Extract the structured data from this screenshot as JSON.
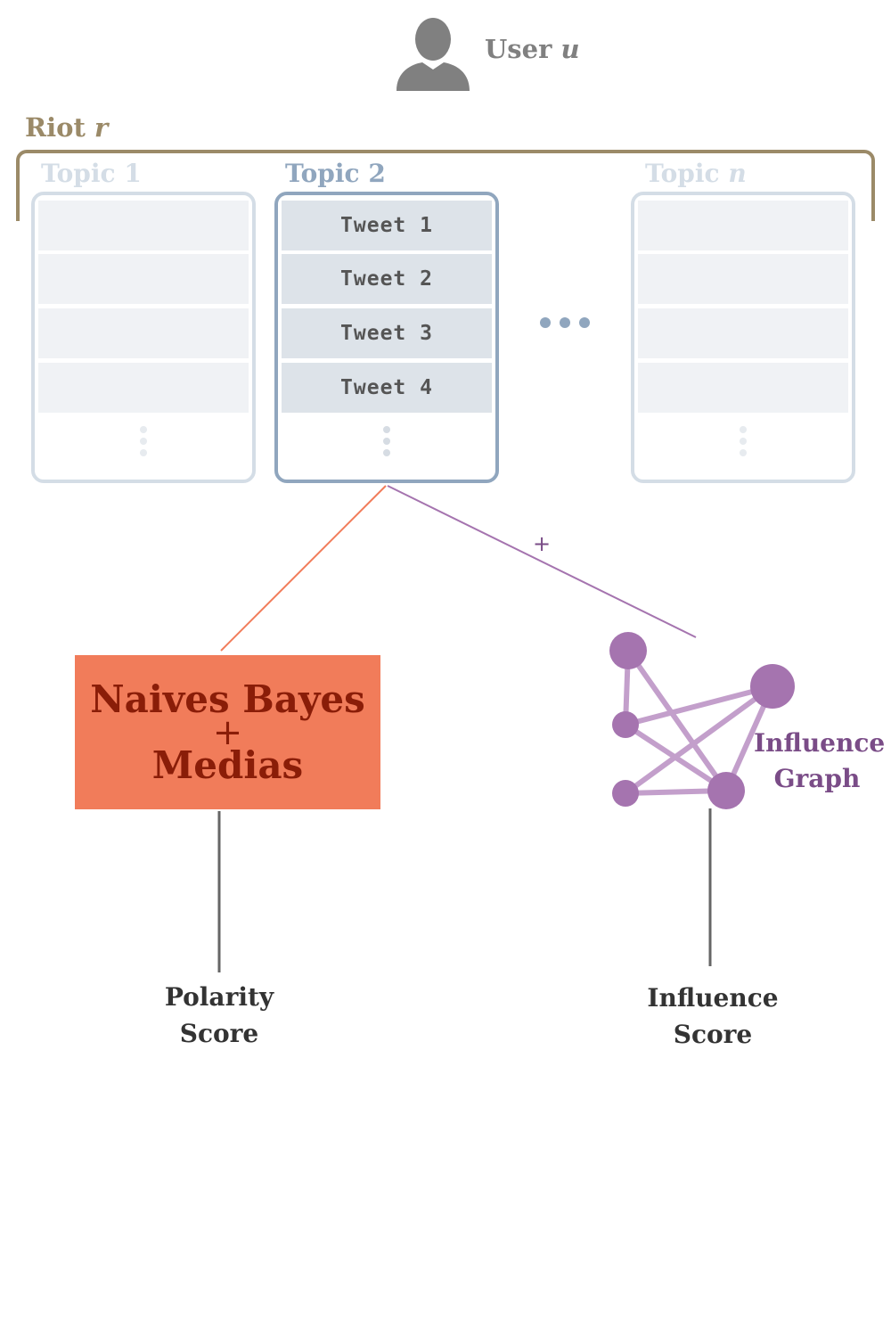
{
  "user": {
    "label": "User",
    "var": "u"
  },
  "riot": {
    "label": "Riot",
    "var": "r"
  },
  "topics": [
    {
      "label": "Topic",
      "index": "1",
      "italic_index": false,
      "state": "faded"
    },
    {
      "label": "Topic",
      "index": "2",
      "italic_index": false,
      "state": "active",
      "tweets": [
        "Tweet 1",
        "Tweet 2",
        "Tweet 3",
        "Tweet 4"
      ]
    },
    {
      "label": "Topic",
      "index": "n",
      "italic_index": true,
      "state": "faded"
    }
  ],
  "edge_plus": "+",
  "model": {
    "line1": "Naives Bayes",
    "plus": "+",
    "line2": "Medias"
  },
  "graph": {
    "line1": "Influence",
    "line2": "Graph"
  },
  "scores": {
    "polarity": {
      "line1": "Polarity",
      "line2": "Score"
    },
    "influence": {
      "line1": "Influence",
      "line2": "Score"
    }
  },
  "colors": {
    "riot": "#9b8a68",
    "topic_active": "#90a6be",
    "topic_faded": "#d4dde6",
    "model_fill": "#f17c5a",
    "model_text": "#8a1d08",
    "graph_node": "#a574af",
    "graph_edge": "#c39fcb"
  }
}
